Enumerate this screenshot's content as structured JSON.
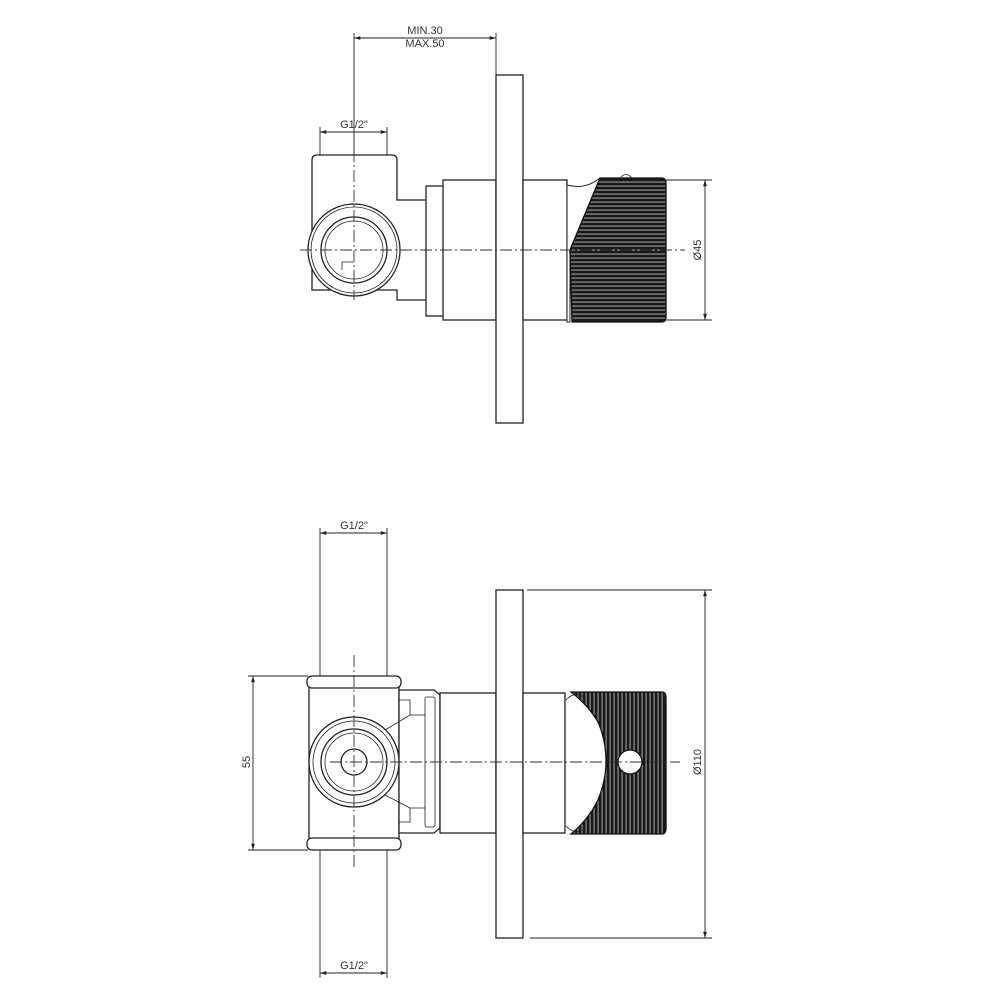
{
  "top_view": {
    "depth_min_label": "MIN.30",
    "depth_max_label": "MAX.50",
    "inlet_label": "G1/2\"",
    "knob_diameter_label": "Ø45"
  },
  "bottom_view": {
    "inlet_top_label": "G1/2\"",
    "inlet_bottom_label": "G1/2\"",
    "body_height_label": "55",
    "plate_diameter_label": "Ø110"
  },
  "colors": {
    "line": "#222222",
    "knob": "#1a1a1a",
    "background": "#ffffff"
  }
}
